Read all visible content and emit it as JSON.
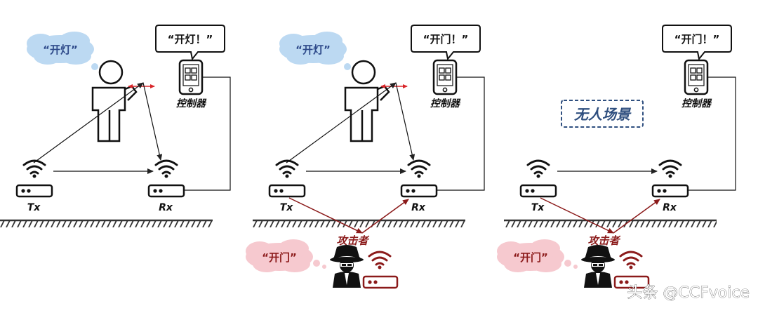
{
  "panels": [
    {
      "thought": "“开灯”",
      "speech": "“开灯！”",
      "controller_label": "控制器",
      "tx_label": "Tx",
      "rx_label": "Rx"
    },
    {
      "thought": "“开灯”",
      "speech": "“开门！”",
      "controller_label": "控制器",
      "tx_label": "Tx",
      "rx_label": "Rx",
      "attacker_label": "攻击者",
      "attacker_thought": "“开门”"
    },
    {
      "speech": "“开门！”",
      "controller_label": "控制器",
      "scene_label": "无人场景",
      "tx_label": "Tx",
      "rx_label": "Rx",
      "attacker_label": "攻击者",
      "attacker_thought": "“开门”"
    }
  ],
  "watermark": "头条 @CCFvoice",
  "colors": {
    "thought_fill": "#bcd9f2",
    "thought_text": "#2e4a8a",
    "attack_red": "#8b1a1a",
    "attacker_thought_fill": "#f6c9cf",
    "gesture_arrow": "#d9262a",
    "scene_border": "#2f4f7f",
    "ground": "#333333"
  }
}
